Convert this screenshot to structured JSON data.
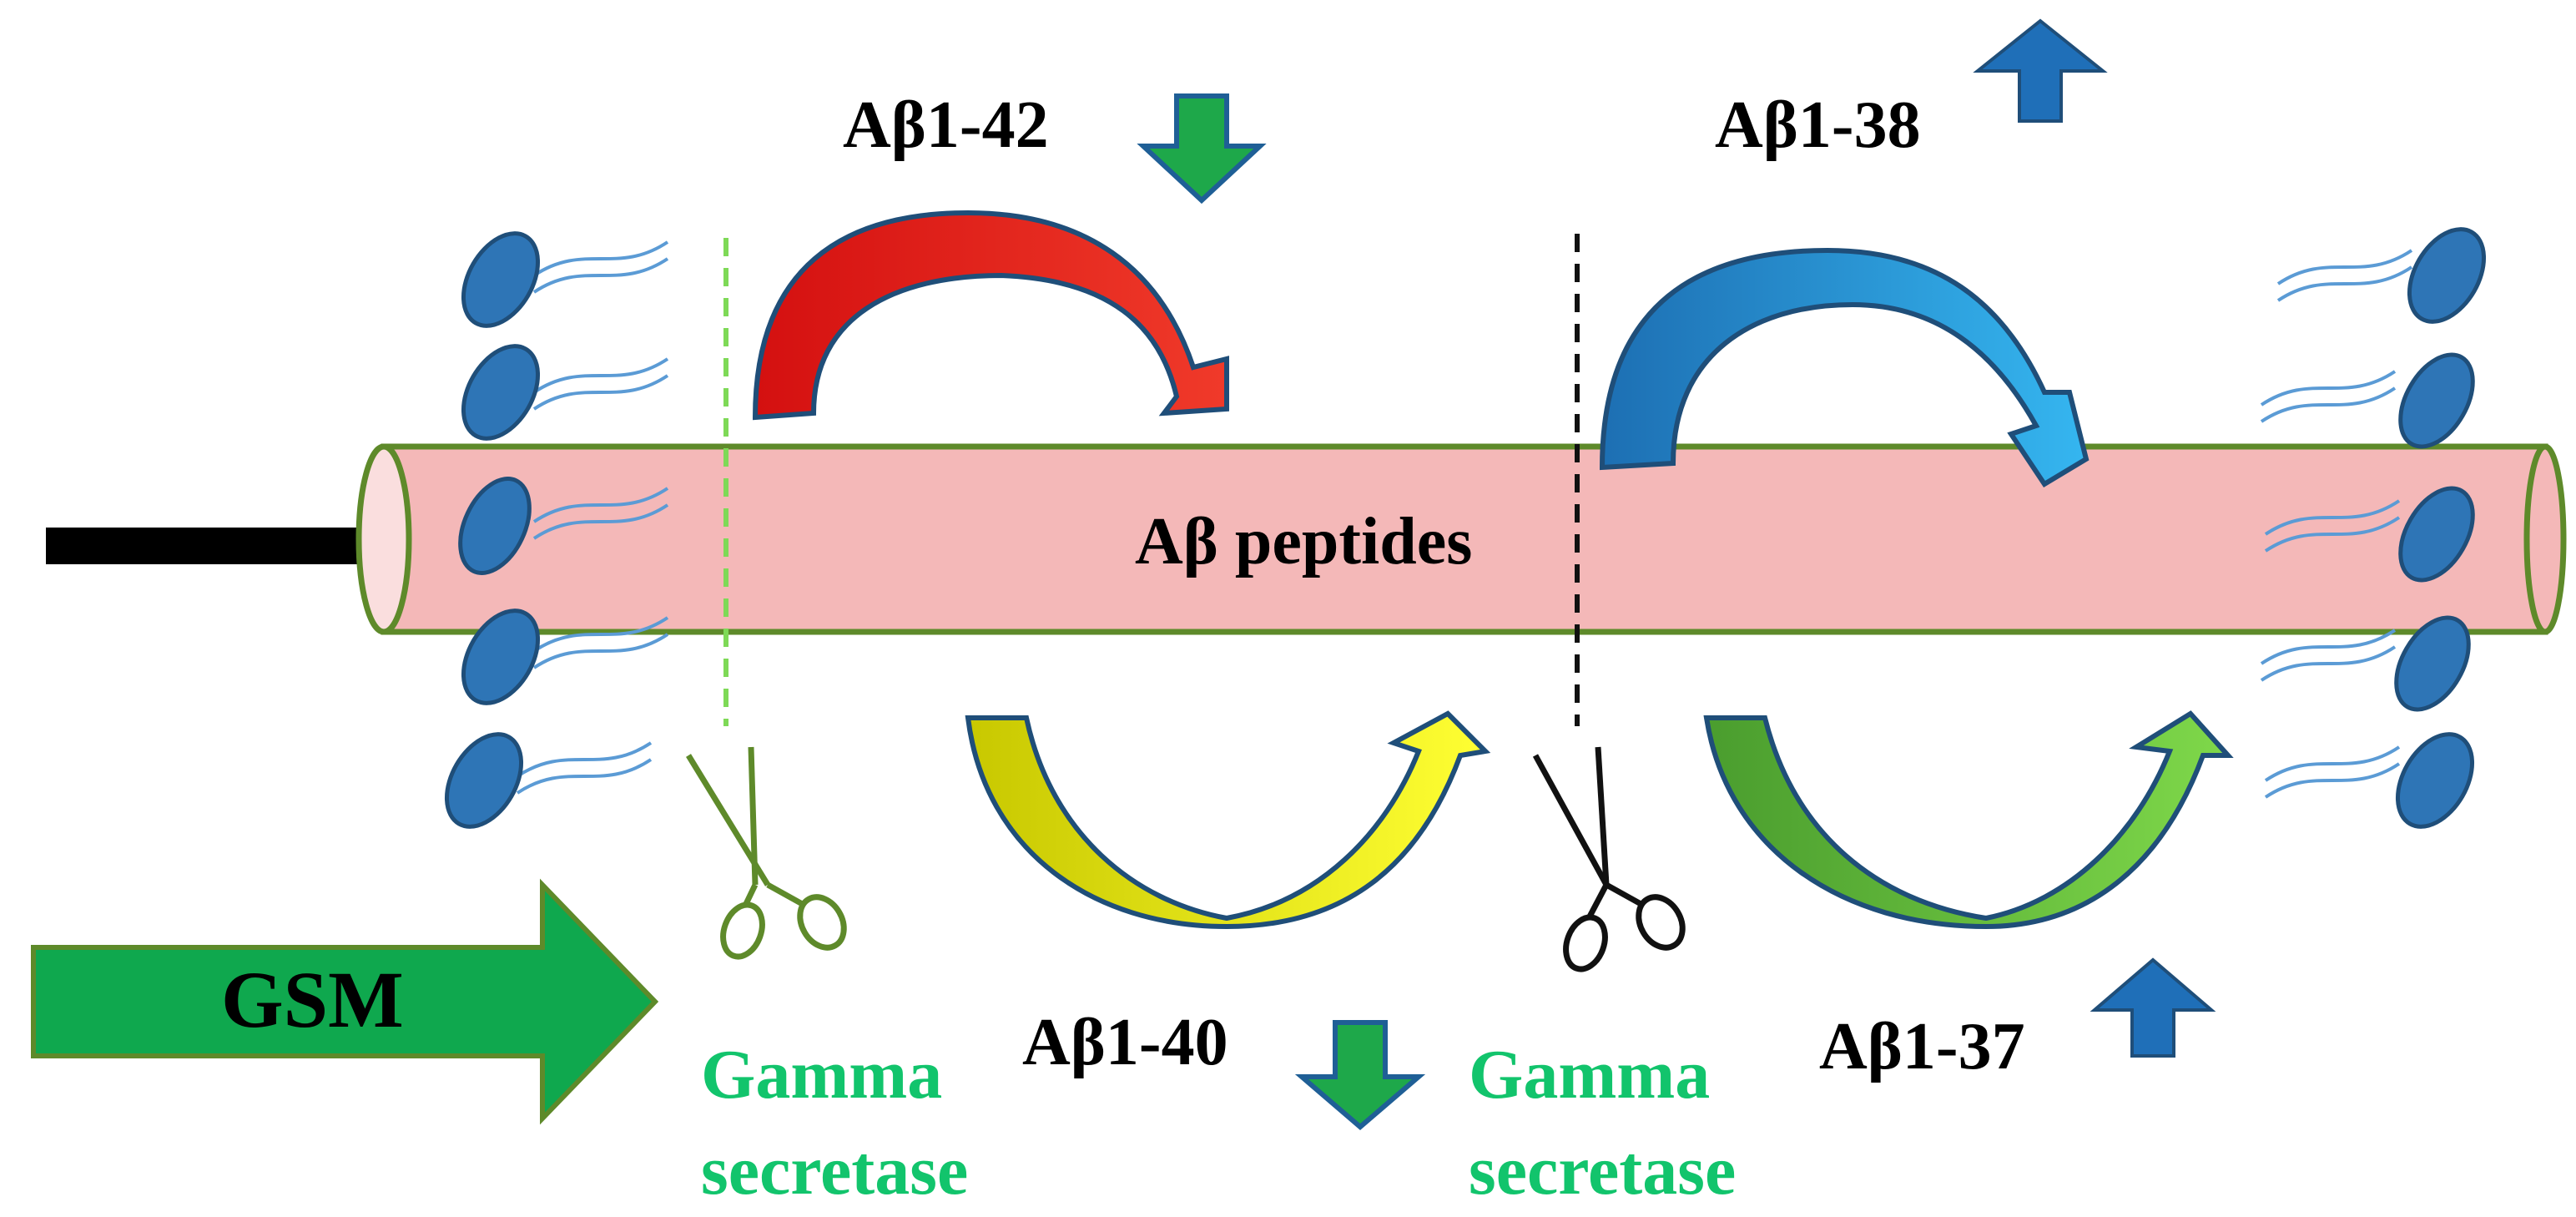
{
  "labels": {
    "ab42": "Aβ1-42",
    "ab38": "Aβ1-38",
    "ab40": "Aβ1-40",
    "ab37": "Aβ1-37",
    "peptides": "Aβ peptides",
    "gsm": "GSM",
    "enzyme_left_line1": "Gamma",
    "enzyme_left_line2": "secretase",
    "enzyme_right_line1": "Gamma",
    "enzyme_right_line2": "secretase"
  },
  "indicators": {
    "ab42": "down",
    "ab38": "up",
    "ab40": "down",
    "ab37": "up"
  },
  "colors": {
    "tube_fill": "#f4b8b8",
    "tube_stroke": "#5e8a2a",
    "lipid_head": "#2e75b6",
    "lipid_head_stroke": "#1f4e79",
    "lipid_tail": "#5b9bd5",
    "red_arrow": "#e8281c",
    "blue_arrow": "#1e88d6",
    "yellow_arrow": "#d4d400",
    "green_arrow": "#6cc63f",
    "down_indicator_fill": "#1ea84a",
    "down_indicator_stroke": "#1f5f96",
    "up_indicator_fill": "#1f6fb8",
    "gsm_arrow_fill": "#0fa84e",
    "gsm_arrow_stroke": "#5e8a2a",
    "scissors_left": "#5e8a2a",
    "scissors_right": "#111111",
    "cut_line_left": "#7ed957",
    "cut_line_right": "#111111"
  },
  "icons": {
    "scissors_left": "scissors-icon",
    "scissors_right": "scissors-icon"
  }
}
